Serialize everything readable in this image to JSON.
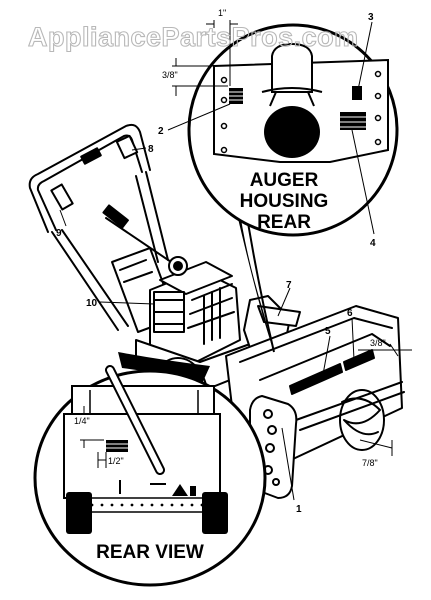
{
  "watermark": "AppliancePartsPros.com",
  "callouts": {
    "auger_housing_rear": [
      "AUGER",
      "HOUSING",
      "REAR"
    ],
    "rear_view": "REAR VIEW"
  },
  "part_numbers": {
    "p1": "1",
    "p2": "2",
    "p3": "3",
    "p4": "4",
    "p5": "5",
    "p6": "6",
    "p7": "7",
    "p8": "8",
    "p9": "9",
    "p10": "10"
  },
  "dimensions": {
    "top_width": "1\"",
    "top_height": "3/8\"",
    "right_offset": "3/8\"",
    "right_lower": "7/8\"",
    "rear_height": "1/4\"",
    "rear_width": "1/2\""
  }
}
